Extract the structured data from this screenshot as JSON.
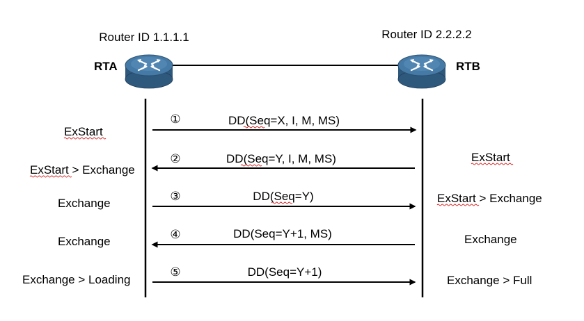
{
  "routers": {
    "left": {
      "router_id": "Router ID 1.1.1.1",
      "name": "RTA",
      "icon": "router-icon"
    },
    "right": {
      "router_id": "Router ID 2.2.2.2",
      "name": "RTB",
      "icon": "router-icon"
    }
  },
  "colors": {
    "router_top": "#3f6f98",
    "router_side": "#2f587d",
    "router_symbol": "#ffffff",
    "line": "#000000",
    "spellcheck_underline": "#d8201f"
  },
  "messages": [
    {
      "num": "①",
      "label": "DD(Seq=X, I, M, MS)",
      "direction": "right"
    },
    {
      "num": "②",
      "label": "DD(Seq=Y, I, M, MS)",
      "direction": "left"
    },
    {
      "num": "③",
      "label": "DD(Seq=Y)",
      "direction": "right"
    },
    {
      "num": "④",
      "label": "DD(Seq=Y+1, MS)",
      "direction": "left"
    },
    {
      "num": "⑤",
      "label": "DD(Seq=Y+1)",
      "direction": "right"
    }
  ],
  "left_states": [
    "ExStart",
    "ExStart > Exchange",
    "Exchange",
    "Exchange",
    "Exchange > Loading"
  ],
  "right_states": [
    "ExStart",
    "ExStart > Exchange",
    "Exchange",
    "Exchange > Full"
  ]
}
